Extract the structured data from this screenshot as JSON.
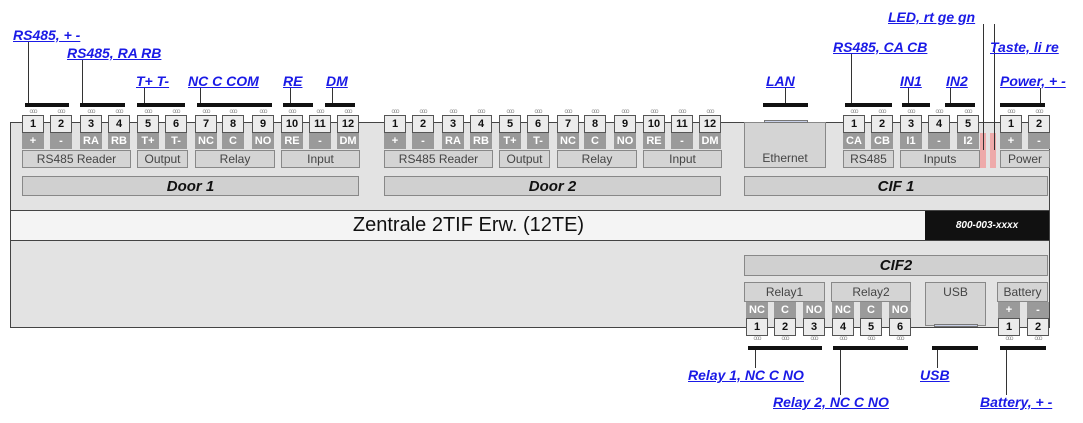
{
  "title": "Zentrale 2TIF Erw.  (12TE)",
  "part_number": "800-003-xxxx",
  "door1": {
    "label": "Door 1",
    "numbers": [
      "1",
      "2",
      "3",
      "4",
      "5",
      "6",
      "7",
      "8",
      "9",
      "10",
      "11",
      "12"
    ],
    "signals": [
      "+",
      "-",
      "RA",
      "RB",
      "T+",
      "T-",
      "NC",
      "C",
      "NO",
      "RE",
      "-",
      "DM"
    ],
    "groups": [
      "RS485 Reader",
      "Output",
      "Relay",
      "Input"
    ]
  },
  "door2": {
    "label": "Door 2",
    "numbers": [
      "1",
      "2",
      "3",
      "4",
      "5",
      "6",
      "7",
      "8",
      "9",
      "10",
      "11",
      "12"
    ],
    "signals": [
      "+",
      "-",
      "RA",
      "RB",
      "T+",
      "T-",
      "NC",
      "C",
      "NO",
      "RE",
      "-",
      "DM"
    ],
    "groups": [
      "RS485 Reader",
      "Output",
      "Relay",
      "Input"
    ]
  },
  "cif1": {
    "label": "CIF 1",
    "ethernet": "Ethernet",
    "numbers": [
      "1",
      "2",
      "3",
      "4",
      "5",
      "1",
      "2"
    ],
    "signals": [
      "CA",
      "CB",
      "I1",
      "-",
      "I2",
      "+",
      "-"
    ],
    "groups": [
      "RS485",
      "Inputs",
      "Power"
    ]
  },
  "cif2": {
    "label": "CIF2",
    "numbers": [
      "1",
      "2",
      "3",
      "4",
      "5",
      "6",
      "1",
      "2"
    ],
    "signals": [
      "NC",
      "C",
      "NO",
      "NC",
      "C",
      "NO",
      "+",
      "-"
    ],
    "groups": [
      "Relay1",
      "Relay2",
      "USB",
      "Battery"
    ]
  },
  "links": {
    "rs485_pm": "RS485, + -",
    "rs485_rarb": "RS485, RA RB",
    "tpm": "T+ T-",
    "nccom": "NC C COM",
    "re": "RE",
    "dm": "DM",
    "lan": "LAN",
    "rs485_cacb": "RS485, CA CB",
    "in1": "IN1",
    "in2": "IN2",
    "led": "LED, rt ge gn",
    "taste": "Taste, li re",
    "power": "Power, + -",
    "relay1": "Relay 1, NC C NO",
    "relay2": "Relay 2, NC C NO",
    "usb": "USB",
    "battery": "Battery, + -"
  }
}
